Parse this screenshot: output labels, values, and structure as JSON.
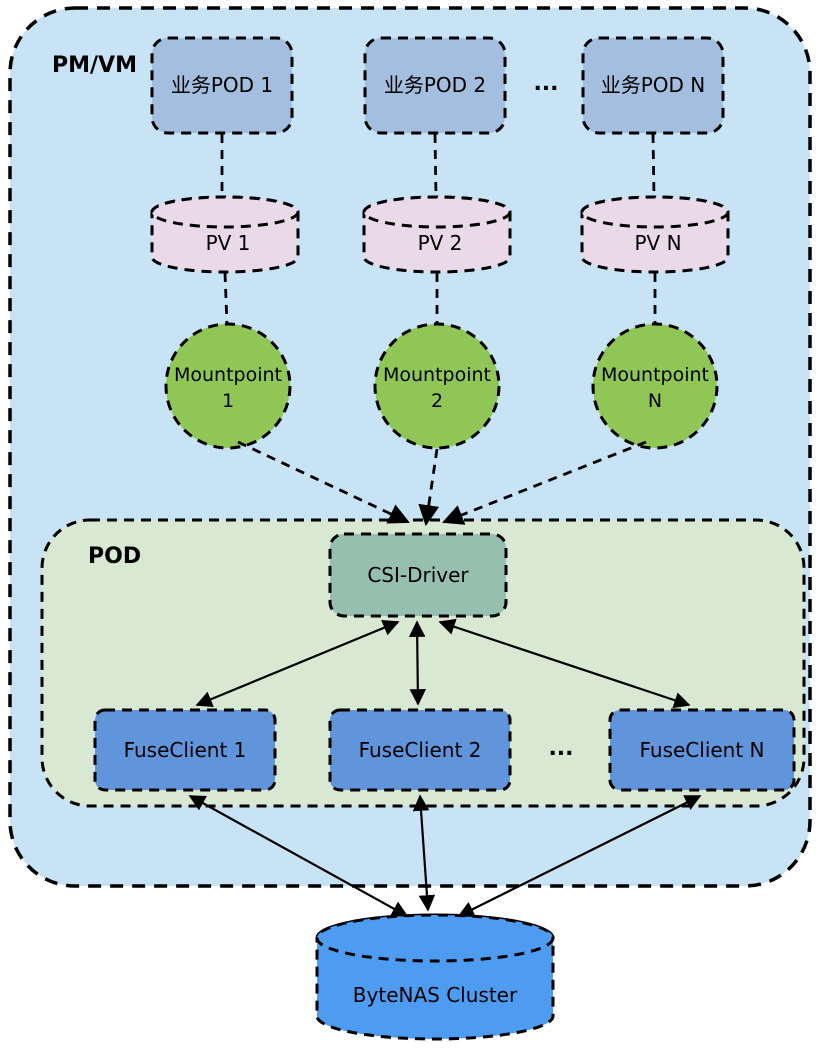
{
  "diagram": {
    "outer_label": "PM/VM",
    "pod_group_label": "POD",
    "business_pods": [
      {
        "label": "业务POD 1"
      },
      {
        "label": "业务POD 2"
      },
      {
        "label": "业务POD N"
      }
    ],
    "business_pods_ellipsis": "...",
    "pvs": [
      {
        "label": "PV 1"
      },
      {
        "label": "PV 2"
      },
      {
        "label": "PV N"
      }
    ],
    "mountpoints": [
      {
        "line1": "Mountpoint",
        "line2": "1"
      },
      {
        "line1": "Mountpoint",
        "line2": "2"
      },
      {
        "line1": "Mountpoint",
        "line2": "N"
      }
    ],
    "csi_driver_label": "CSI-Driver",
    "fuse_clients": [
      {
        "label": "FuseClient 1"
      },
      {
        "label": "FuseClient 2"
      },
      {
        "label": "FuseClient N"
      }
    ],
    "fuse_clients_ellipsis": "...",
    "storage_label": "ByteNAS Cluster",
    "colors": {
      "outer_bg": "#C8E2F6",
      "pod_group_bg": "#D9E8D2",
      "business_pod_fill": "#A3BEDF",
      "pv_fill": "#E9D9E9",
      "mountpoint_fill": "#8FC656",
      "csi_fill": "#96BFB0",
      "fuse_fill": "#6094DB",
      "storage_fill": "#4E9CF2"
    }
  }
}
